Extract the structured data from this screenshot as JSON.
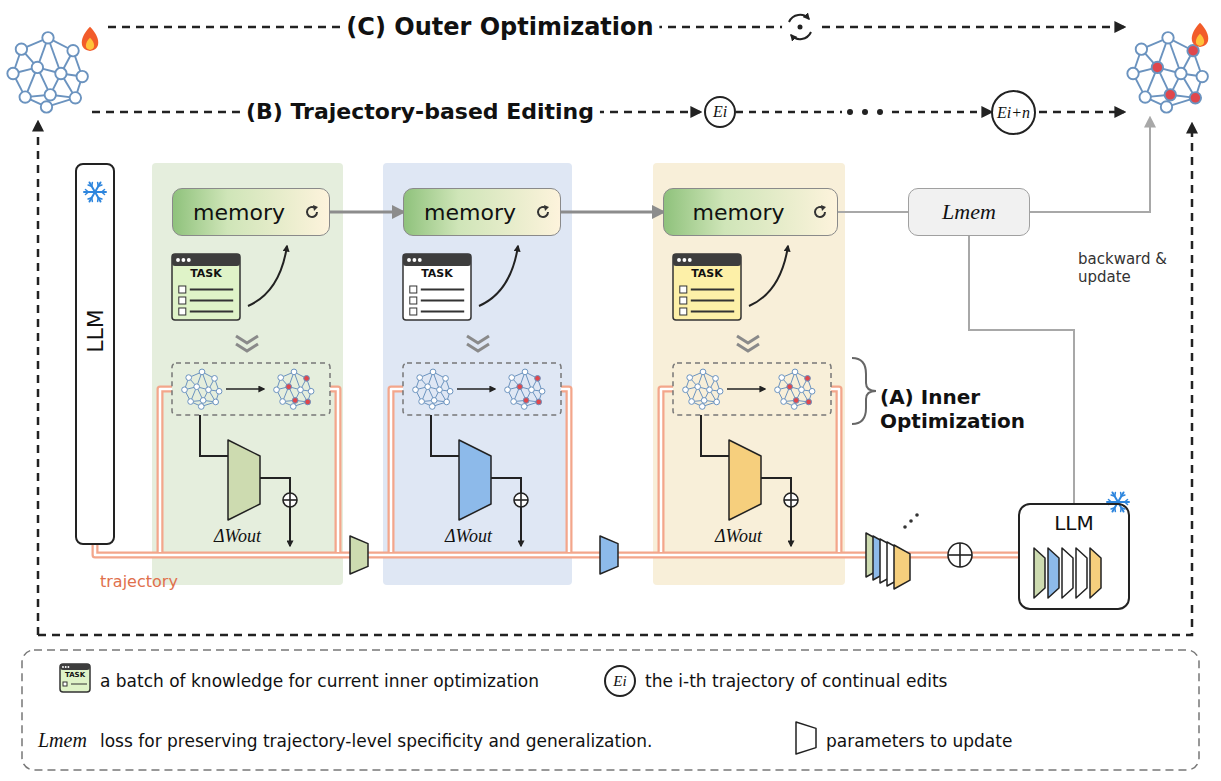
{
  "diagram": {
    "nodes": [
      {
        "text": [
          "LLM"
        ]
      },
      {
        "text": [
          "ΔWout"
        ]
      },
      {
        "text": [
          "memory"
        ],
        "in": 1
      },
      {
        "text": [
          "ΔWout"
        ]
      },
      {
        "text": [
          "memory"
        ],
        "in": 3
      },
      {
        "text": [
          "ΔWout"
        ]
      },
      {
        "text": [
          "memory"
        ],
        "in": 5
      },
      {
        "text": [
          "Lmem"
        ]
      },
      {
        "text": [
          "LLM"
        ]
      },
      {
        "text": [
          "Ei"
        ]
      },
      {
        "text": [
          "Ei+n"
        ]
      }
    ],
    "edges": [
      {
        "from": 2,
        "to": 4,
        "arrow": "to"
      },
      {
        "from": 4,
        "to": 6,
        "arrow": "to"
      },
      {
        "from": 6,
        "to": 7,
        "arrow": "none"
      },
      {
        "from": 8,
        "to": 7,
        "arrow": "none"
      },
      {
        "from": 9,
        "to": 10,
        "arrow": "to"
      }
    ],
    "labels": [
      "(C) Outer Optimization",
      "(B) Trajectory-based Editing",
      "TASK",
      "TASK",
      "TASK",
      "(A) Inner Optimization",
      "backward & update",
      "trajectory",
      "TASK",
      "Ei",
      "Lmem"
    ],
    "legend": [
      {
        "text": "a batch of knowledge for current inner optimization"
      },
      {
        "text": "the i-th trajectory of continual edits"
      },
      {
        "text": "loss for preserving trajectory-level specificity and generalization."
      },
      {
        "text": "parameters to update"
      }
    ]
  }
}
